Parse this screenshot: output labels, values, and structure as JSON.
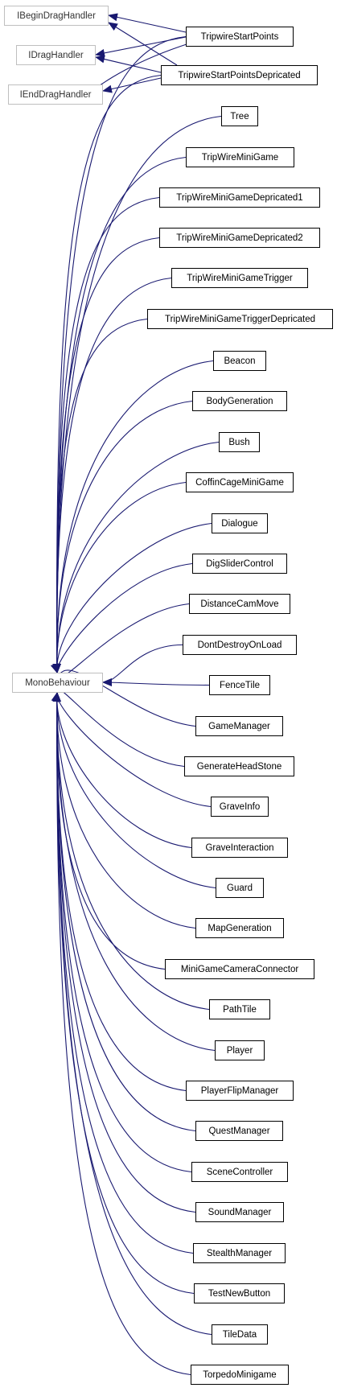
{
  "interfaces": [
    "IBeginDragHandler",
    "IDragHandler",
    "IEndDragHandler"
  ],
  "base_class": "MonoBehaviour",
  "classes": [
    "TripwireStartPoints",
    "TripwireStartPointsDepricated",
    "Tree",
    "TripWireMiniGame",
    "TripWireMiniGameDepricated1",
    "TripWireMiniGameDepricated2",
    "TripWireMiniGameTrigger",
    "TripWireMiniGameTriggerDepricated",
    "Beacon",
    "BodyGeneration",
    "Bush",
    "CoffinCageMiniGame",
    "Dialogue",
    "DigSliderControl",
    "DistanceCamMove",
    "DontDestroyOnLoad",
    "FenceTile",
    "GameManager",
    "GenerateHeadStone",
    "GraveInfo",
    "GraveInteraction",
    "Guard",
    "MapGeneration",
    "MiniGameCameraConnector",
    "PathTile",
    "Player",
    "PlayerFlipManager",
    "QuestManager",
    "SceneController",
    "SoundManager",
    "StealthManager",
    "TestNewButton",
    "TileData",
    "TorpedoMinigame"
  ],
  "colors": {
    "edge": "#191970",
    "base_border": "#bfbfbf",
    "class_border": "#000000"
  }
}
